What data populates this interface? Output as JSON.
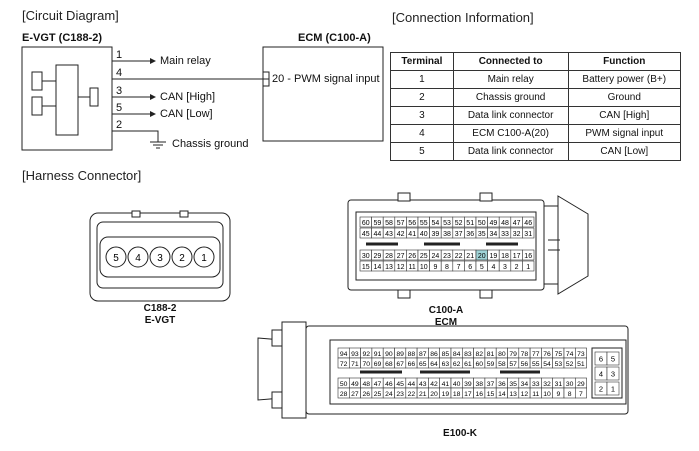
{
  "headings": {
    "circuit_diagram": "[Circuit Diagram]",
    "connection_info": "[Connection Information]",
    "harness_connector": "[Harness Connector]"
  },
  "circuit": {
    "egvt_title": "E-VGT (C188-2)",
    "ecm_title": "ECM (C100-A)",
    "pin_numbers": [
      "1",
      "4",
      "3",
      "5",
      "2"
    ],
    "wires": {
      "main_relay": "Main relay",
      "can_high": "CAN [High]",
      "can_low": "CAN [Low]",
      "chassis_ground": "Chassis ground",
      "ecm_pin": "20 - PWM signal input"
    }
  },
  "table": {
    "headers": [
      "Terminal",
      "Connected to",
      "Function"
    ],
    "rows": [
      [
        "1",
        "Main relay",
        "Battery power (B+)"
      ],
      [
        "2",
        "Chassis ground",
        "Ground"
      ],
      [
        "3",
        "Data link connector",
        "CAN [High]"
      ],
      [
        "4",
        "ECM C100-A(20)",
        "PWM signal input"
      ],
      [
        "5",
        "Data link connector",
        "CAN [Low]"
      ]
    ]
  },
  "connectors": {
    "c188": {
      "pins": [
        "5",
        "4",
        "3",
        "2",
        "1"
      ],
      "caption_line1": "C188-2",
      "caption_line2": "E-VGT"
    },
    "c100a": {
      "rows": [
        [
          "60",
          "59",
          "58",
          "57",
          "56",
          "55",
          "54",
          "53",
          "52",
          "51",
          "50",
          "49",
          "48",
          "47",
          "46"
        ],
        [
          "45",
          "44",
          "43",
          "42",
          "41",
          "40",
          "39",
          "38",
          "37",
          "36",
          "35",
          "34",
          "33",
          "32",
          "31"
        ],
        [
          "30",
          "29",
          "28",
          "27",
          "26",
          "25",
          "24",
          "23",
          "22",
          "21",
          "20",
          "19",
          "18",
          "17",
          "16"
        ],
        [
          "15",
          "14",
          "13",
          "12",
          "11",
          "10",
          "9",
          "8",
          "7",
          "6",
          "5",
          "4",
          "3",
          "2",
          "1"
        ]
      ],
      "highlight_pin": "20",
      "highlight_color": "#9fd3d6",
      "caption_line1": "C100-A",
      "caption_line2": "ECM"
    },
    "e100k": {
      "rows": [
        [
          "94",
          "93",
          "92",
          "91",
          "90",
          "89",
          "88",
          "87",
          "86",
          "85",
          "84",
          "83",
          "82",
          "81",
          "80",
          "79",
          "78",
          "77",
          "76",
          "75",
          "74",
          "73"
        ],
        [
          "72",
          "71",
          "70",
          "69",
          "68",
          "67",
          "66",
          "65",
          "64",
          "63",
          "62",
          "61",
          "60",
          "59",
          "58",
          "57",
          "56",
          "55",
          "54",
          "53",
          "52",
          "51"
        ],
        [
          "50",
          "49",
          "48",
          "47",
          "46",
          "45",
          "44",
          "43",
          "42",
          "41",
          "40",
          "39",
          "38",
          "37",
          "36",
          "35",
          "34",
          "33",
          "32",
          "31",
          "30",
          "29"
        ],
        [
          "28",
          "27",
          "26",
          "25",
          "24",
          "23",
          "22",
          "21",
          "20",
          "19",
          "18",
          "17",
          "16",
          "15",
          "14",
          "13",
          "12",
          "11",
          "10",
          "9",
          "8",
          "7"
        ]
      ],
      "side_rows": [
        [
          "6",
          "5"
        ],
        [
          "4",
          "3"
        ],
        [
          "2",
          "1"
        ]
      ],
      "caption": "E100-K"
    }
  }
}
